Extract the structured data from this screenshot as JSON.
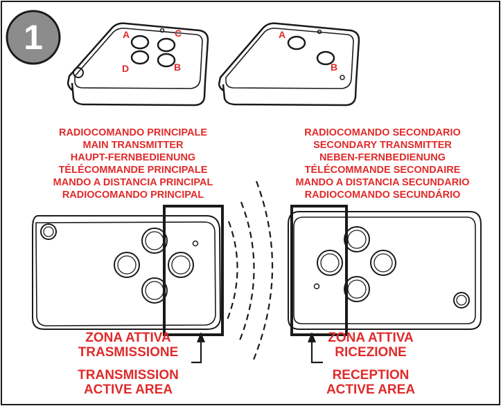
{
  "step": {
    "number": "1"
  },
  "remote_main_small": {
    "keys": [
      "A",
      "C",
      "D",
      "B"
    ]
  },
  "remote_secondary_small": {
    "keys": [
      "A",
      "B"
    ]
  },
  "main_transmitter": {
    "names": [
      "RADIOCOMANDO PRINCIPALE",
      "MAIN TRANSMITTER",
      "HAUPT-FERNBEDIENUNG",
      "TÉLÉCOMMANDE PRINCIPALE",
      "MANDO A DISTANCIA PRINCIPAL",
      "RADIOCOMANDO PRINCIPAL"
    ],
    "zone_it": [
      "ZONA ATTIVA",
      "TRASMISSIONE"
    ],
    "zone_en": [
      "TRANSMISSION",
      "ACTIVE AREA"
    ]
  },
  "secondary_transmitter": {
    "names": [
      "RADIOCOMANDO SECONDARIO",
      "SECONDARY TRANSMITTER",
      "NEBEN-FERNBEDIENUNG",
      "TÉLÉCOMMANDE SECONDAIRE",
      "MANDO A DISTANCIA SECUNDARIO",
      "RADIOCOMANDO SECUNDÁRIO"
    ],
    "zone_it": [
      "ZONA ATTIVA",
      "RICEZIONE"
    ],
    "zone_en": [
      "RECEPTION",
      "ACTIVE AREA"
    ]
  },
  "colors": {
    "label_red": "#e02a2a",
    "badge_grey": "#8c8c8c",
    "line": "#1a1a1a"
  }
}
